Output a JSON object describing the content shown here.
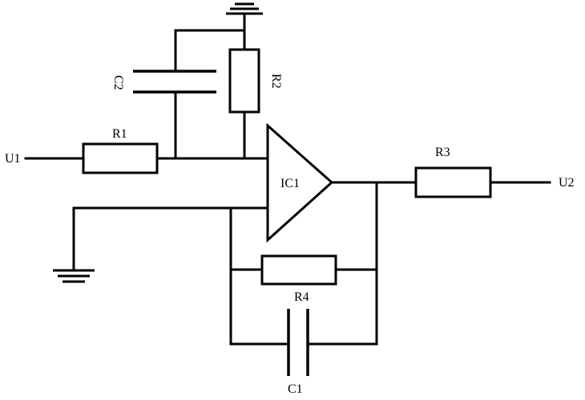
{
  "labels": {
    "u1": "U1",
    "u2": "U2",
    "r1": "R1",
    "r2": "R2",
    "r3": "R3",
    "r4": "R4",
    "c1": "C1",
    "c2": "C2",
    "ic1": "IC1"
  },
  "colors": {
    "line": "#000000",
    "background": "#ffffff"
  }
}
